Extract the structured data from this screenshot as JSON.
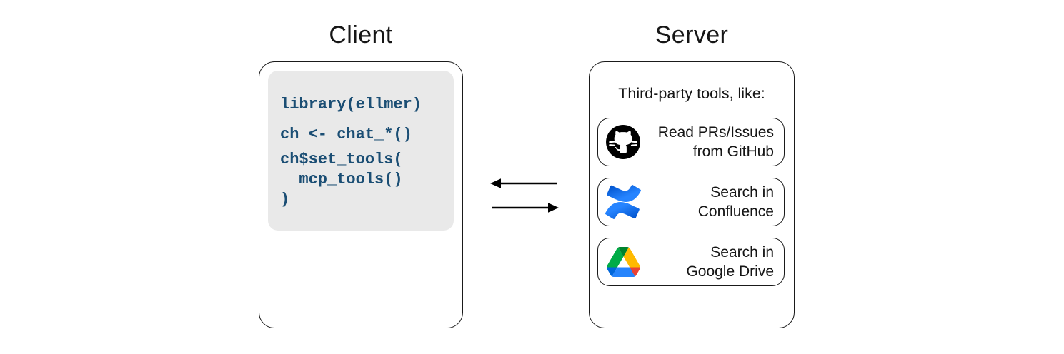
{
  "client": {
    "title": "Client",
    "code_lines": [
      "library(ellmer)",
      "ch <- chat_*()",
      "ch$set_tools(",
      "  mcp_tools()",
      ")"
    ]
  },
  "arrows": {
    "left_arrow": "server-to-client",
    "right_arrow": "client-to-server"
  },
  "server": {
    "title": "Server",
    "subtitle": "Third-party tools, like:",
    "tools": [
      {
        "icon": "github-icon",
        "line1": "Read PRs/Issues",
        "line2": "from GitHub"
      },
      {
        "icon": "confluence-icon",
        "line1": "Search in",
        "line2": "Confluence"
      },
      {
        "icon": "google-drive-icon",
        "line1": "Search in",
        "line2": "Google Drive"
      }
    ]
  },
  "colors": {
    "code_text": "#1b4e74",
    "code_background": "#e9e9e9",
    "box_border": "#1a1a1a",
    "arrow": "#000000",
    "github_black": "#000000",
    "confluence_blue": "#2684FF",
    "confluence_blue_dark": "#0052CC",
    "drive_blue_dark": "#0066da",
    "drive_green": "#00ac47",
    "drive_green_dark": "#00832d",
    "drive_blue": "#2684fc",
    "drive_yellow": "#ffba00",
    "drive_red": "#ea4335"
  }
}
